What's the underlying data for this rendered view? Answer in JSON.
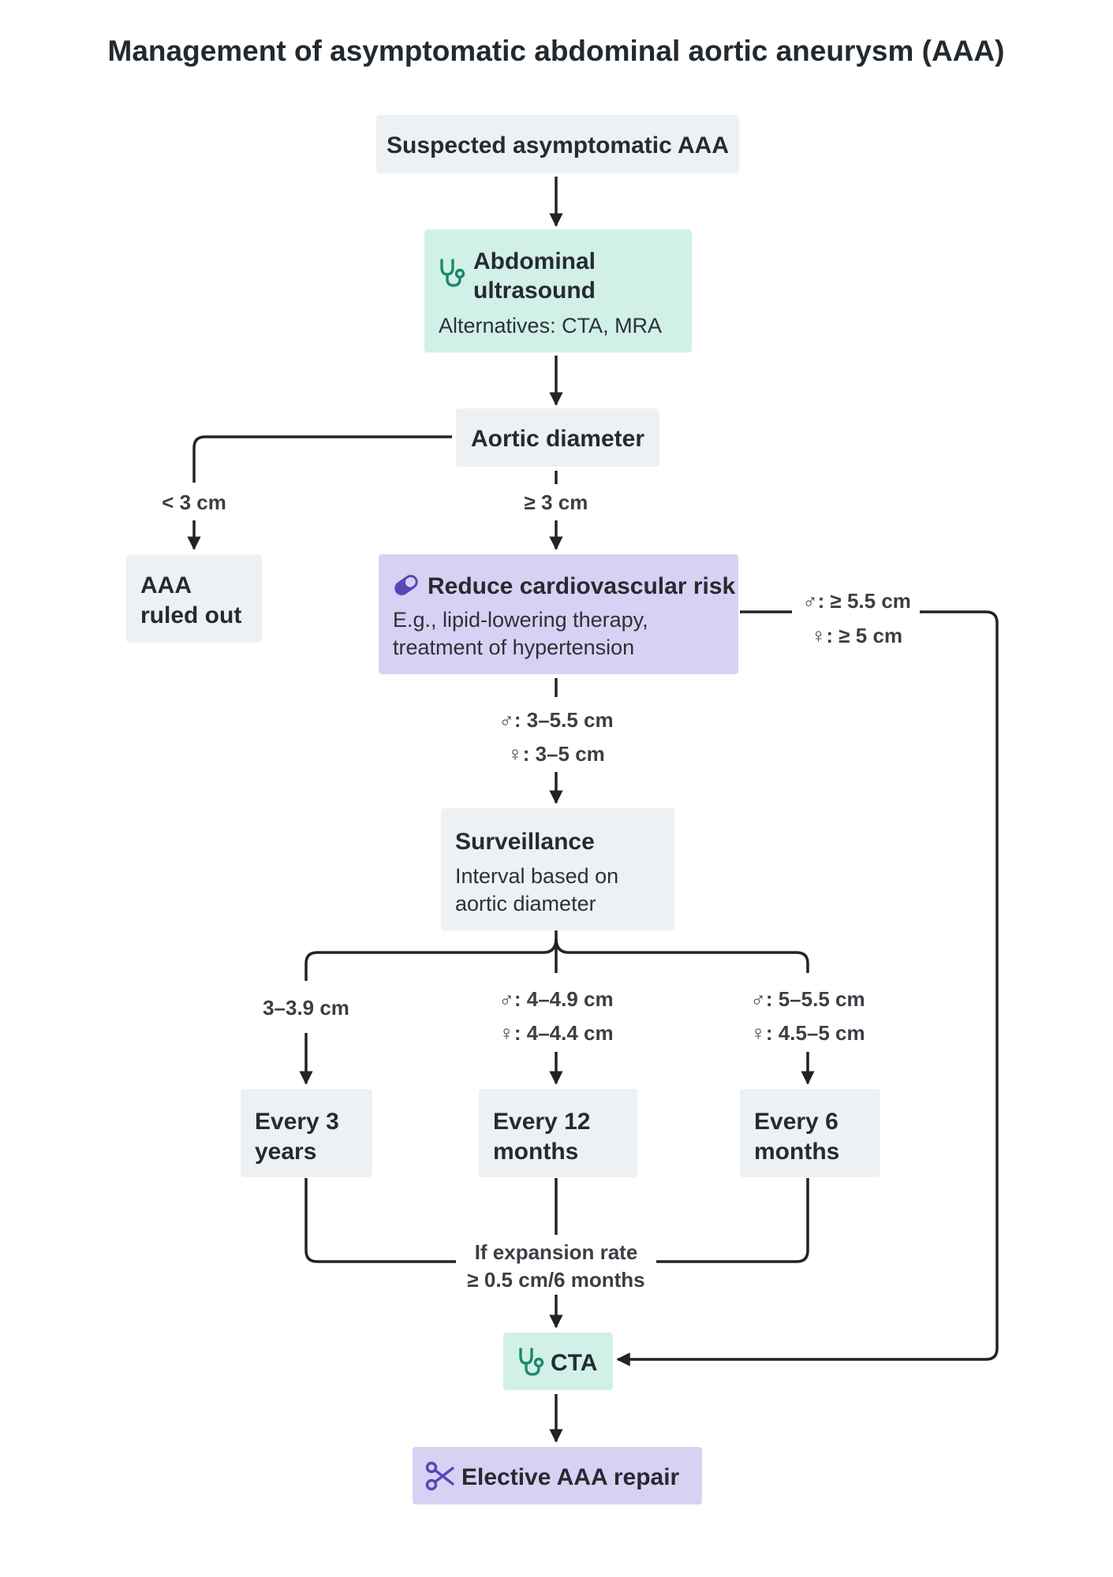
{
  "title": "Management of asymptomatic abdominal aortic aneurysm (AAA)",
  "colors": {
    "neutral_box": "#eef1f3",
    "diagnostic_box": "#d1f0e7",
    "treatment_box": "#d8d1f3",
    "diagnostic_icon": "#1a8a68",
    "treatment_icon": "#5a46b8",
    "line": "#232323"
  },
  "nodes": {
    "suspected": {
      "title": "Suspected asymptomatic AAA"
    },
    "ultrasound": {
      "icon": "stethoscope-icon",
      "title_line1": "Abdominal",
      "title_line2": "ultrasound",
      "sub": "Alternatives: CTA, MRA"
    },
    "diameter": {
      "title": "Aortic diameter"
    },
    "ruled_out": {
      "title_line1": "AAA",
      "title_line2": "ruled out"
    },
    "reduce_risk": {
      "icon": "pill-icon",
      "title": "Reduce cardiovascular risk",
      "sub_line1": "E.g., lipid-lowering therapy,",
      "sub_line2": "treatment of hypertension"
    },
    "surveillance": {
      "title": "Surveillance",
      "sub_line1": "Interval based on",
      "sub_line2": "aortic diameter"
    },
    "every3": {
      "title_line1": "Every 3",
      "title_line2": "years"
    },
    "every12": {
      "title_line1": "Every 12",
      "title_line2": "months"
    },
    "every6": {
      "title_line1": "Every 6",
      "title_line2": "months"
    },
    "cta": {
      "icon": "stethoscope-icon",
      "title": "CTA"
    },
    "repair": {
      "icon": "scissors-icon",
      "title": "Elective AAA repair"
    }
  },
  "edge_labels": {
    "lt3": "< 3 cm",
    "ge3": "≥ 3 cm",
    "large_male": "♂: ≥ 5.5 cm",
    "large_female": "♀: ≥ 5 cm",
    "mid_male": "♂: 3–5.5 cm",
    "mid_female": "♀: 3–5 cm",
    "small": "3–3.9 cm",
    "medium_male": "♂: 4–4.9 cm",
    "medium_female": "♀: 4–4.4 cm",
    "upper_male": "♂: 5–5.5 cm",
    "upper_female": "♀: 4.5–5 cm",
    "expansion_line1": "If expansion rate",
    "expansion_line2": "≥ 0.5 cm/6 months"
  }
}
